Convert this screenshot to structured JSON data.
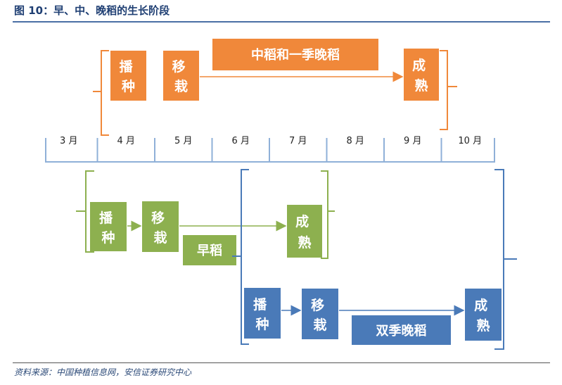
{
  "title": "图 10：早、中、晚稻的生长阶段",
  "source": "资料来源：中国种植信息网，安信证券研究中心",
  "months": [
    "3 月",
    "4 月",
    "5 月",
    "6 月",
    "7 月",
    "8 月",
    "9 月",
    "10 月"
  ],
  "orange_group": {
    "color": "#f0883a",
    "sow": "播种",
    "transplant": "移栽",
    "label": "中稻和一季晚稻",
    "mature": "成熟"
  },
  "green_group": {
    "color": "#8db04f",
    "sow": "播种",
    "transplant": "移栽",
    "label": "早稻",
    "mature": "成熟"
  },
  "blue_group": {
    "color": "#4a7ab8",
    "sow": "播种",
    "transplant": "移栽",
    "label": "双季晚稻",
    "mature": "成熟"
  }
}
